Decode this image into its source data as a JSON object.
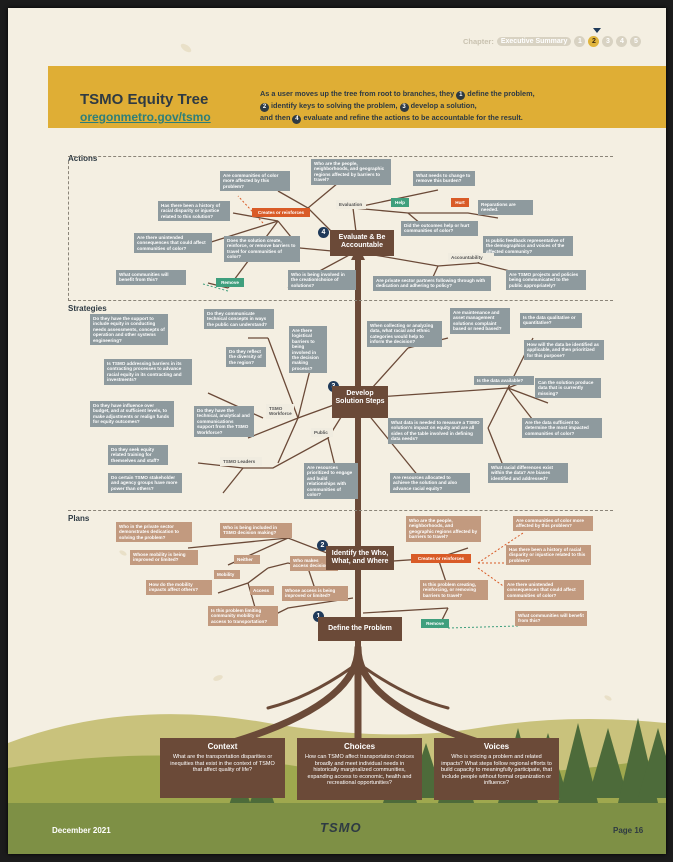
{
  "chapter": {
    "label": "Chapter:",
    "name": "Executive Summary",
    "pages": [
      "1",
      "2",
      "3",
      "4",
      "5"
    ],
    "active": "2"
  },
  "banner": {
    "title": "TSMO Equity Tree",
    "link": "oregonmetro.gov/tsmo",
    "desc": [
      "As a user moves up the tree from root to branches, they ",
      "1",
      " define the problem,",
      "2",
      " identify keys to solving the problem, ",
      "3",
      " develop a solution,",
      "and then ",
      "4",
      " evaluate and refine the actions to be accountable for the result."
    ]
  },
  "sections": {
    "actions": "Actions",
    "strategies": "Strategies",
    "plans": "Plans"
  },
  "stages": {
    "s4": {
      "num": "4",
      "label": "Evaluate & Be Accountable"
    },
    "s3": {
      "num": "3",
      "label": "Develop Solution Steps"
    },
    "s2": {
      "num": "2",
      "label": "Identify the Who, What, and Where"
    },
    "s1": {
      "num": "1",
      "label": "Define the Problem"
    }
  },
  "roots": [
    {
      "title": "Context",
      "text": "What are the transportation disparities or inequities that exist in the context of TSMO that affect quality of life?"
    },
    {
      "title": "Choices",
      "text": "How can TSMO affect transportation choices broadly and meet individual needs in historically marginalized communities, expanding access to economic, health and recreational  opportunities?"
    },
    {
      "title": "Voices",
      "text": "Who is voicing a problem and related impacts? What steps follow regional efforts to build capacity to meaningfully participate, that include people without formal organization or influence?"
    }
  ],
  "actions": {
    "q1": "Are communities of color more affected by this problem?",
    "q2": "Who are the people, neighborhoods, and geographic regions affected by barriers to travel?",
    "q3": "What needs to change to remove this burden?",
    "q4": "Has there been a history of racial disparity or injustice related to this solution?",
    "creates": "Creates or reinforces",
    "evaluation": "Evaluation",
    "help": "Help",
    "hurt": "Hurt",
    "q5": "Reparations are needed.",
    "q6": "Are there unintended consequences that could affect communities of color?",
    "q7": "Did the outcomes help or hurt communities of color?",
    "q8": "Does the solution create, reinforce, or remove barriers to travel for communities of color?",
    "q9": "Is public feedback representative of the demographics and voices of the affected community?",
    "accountability": "Accountability",
    "q10": "What communities will benefit from this?",
    "remove": "Remove",
    "q11": "Who is being involved in the creation/choice of solutions?",
    "q12": "Are TSMO projects and policies being communicated to the public appropriately?",
    "q13": "Are private sector partners following through with dedication and adhering to policy?"
  },
  "strategies": {
    "q1": "Do they have the support to include equity in conducting needs assessments, concepts of operation and other systems engineering?",
    "q2": "Do they communicate technical concepts in ways the public can understand?",
    "q3": "Are there logistical barriers to being involved in the decision making process?",
    "q4": "When collecting or analyzing data, what racial and ethnic categories would help to inform the decision?",
    "q5": "Are maintenance and asset management solutions complaint based or need based?",
    "q6": "Is the data qualitative or quantitative?",
    "q7": "Do they reflect the diversity of the region?",
    "q8": "How will the data be identified as applicable, and then prioritized for this purpose?",
    "q9": "Is TSMO addressing barriers in its contracting processes to advance racial equity in its contracting and investments?",
    "q10": "Is the data available?",
    "q11": "Can the solution produce data that is currently missing?",
    "q12": "Do they have influence over budget, and at sufficient levels, to make adjustments or realign funds for equity outcomes?",
    "q13": "Do they have the technical, analytical and communications support from the TSMO Workforce?",
    "workforce": "TSMO Workforce",
    "q14": "What data is needed to measure a TSMO solution's impact on equity and are all sides of the table involved in defining data needs?",
    "q15": "Are the data sufficient to determine the most impacted communities of color?",
    "public": "Public",
    "q16": "Do they seek equity related training for themselves and staff?",
    "leaders": "TSMO Leaders",
    "q17": "Are resources prioritized to engage and build relationships with communities of color?",
    "q18": "What racial differences exist within the data? Are biases identified and addressed?",
    "q19": "Do certain TSMO stakeholder and agency groups have more power than others?",
    "q20": "Are resources allocated to achieve the solution and also advance racial equity?"
  },
  "plans": {
    "q1": "Who in the private sector demonstrates dedication to solving the problem?",
    "q2": "Who is being included in TSMO decision making?",
    "q3": "Who are the people, neighborhoods, and geographic regions affected by barriers to travel?",
    "q4": "Are communities of color more affected by this problem?",
    "q5": "Whose mobility is being improved or limited?",
    "neither": "Neither",
    "q6": "Who makes access decisions?",
    "creates": "Creates or reinforces",
    "q7": "Has there been a history of racial disparity or injustice related to this problem?",
    "mobility": "Mobility",
    "q8": "How do the mobility impacts affect others?",
    "access": "Access",
    "q9": "Whose access is being improved or limited?",
    "q10": "Is this problem creating, reinforcing, or removing barriers to travel?",
    "q11": "Are there unintended consequences that could affect communities of color?",
    "q12": "Is this problem limiting community mobility or access to transportation?",
    "remove": "Remove",
    "q13": "What communities will benefit from this?"
  },
  "footer": {
    "date": "December 2021",
    "logo": "TSMO",
    "page": "Page 16"
  },
  "colors": {
    "gray": "#8e9a9e",
    "tan": "#c29a7f",
    "orange": "#d95b27",
    "green": "#3f9f7d",
    "trunk": "#6b4a38",
    "banner": "#dfae35"
  }
}
